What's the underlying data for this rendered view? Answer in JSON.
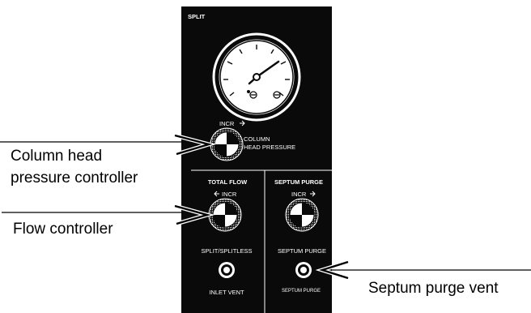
{
  "panel": {
    "title": "SPLIT",
    "column_head": {
      "incr_label": "INCR",
      "label_line1": "COLUMN",
      "label_line2": "HEAD PRESSURE"
    },
    "total_flow": {
      "header": "TOTAL FLOW",
      "incr_label": "INCR",
      "mode_label": "SPLIT/SPLITLESS",
      "vent_label": "INLET VENT"
    },
    "septum_purge": {
      "header": "SEPTUM PURGE",
      "incr_label": "INCR",
      "label": "SEPTUM PURGE",
      "vent_sublabel": "SEPTUM PURGE"
    }
  },
  "callouts": {
    "column_head_line1": "Column head",
    "column_head_line2": "pressure controller",
    "flow_controller": "Flow controller",
    "septum_purge_vent": "Septum purge vent"
  },
  "colors": {
    "panel": "#0a0a0a",
    "ink": "#000000",
    "paper": "#ffffff"
  }
}
